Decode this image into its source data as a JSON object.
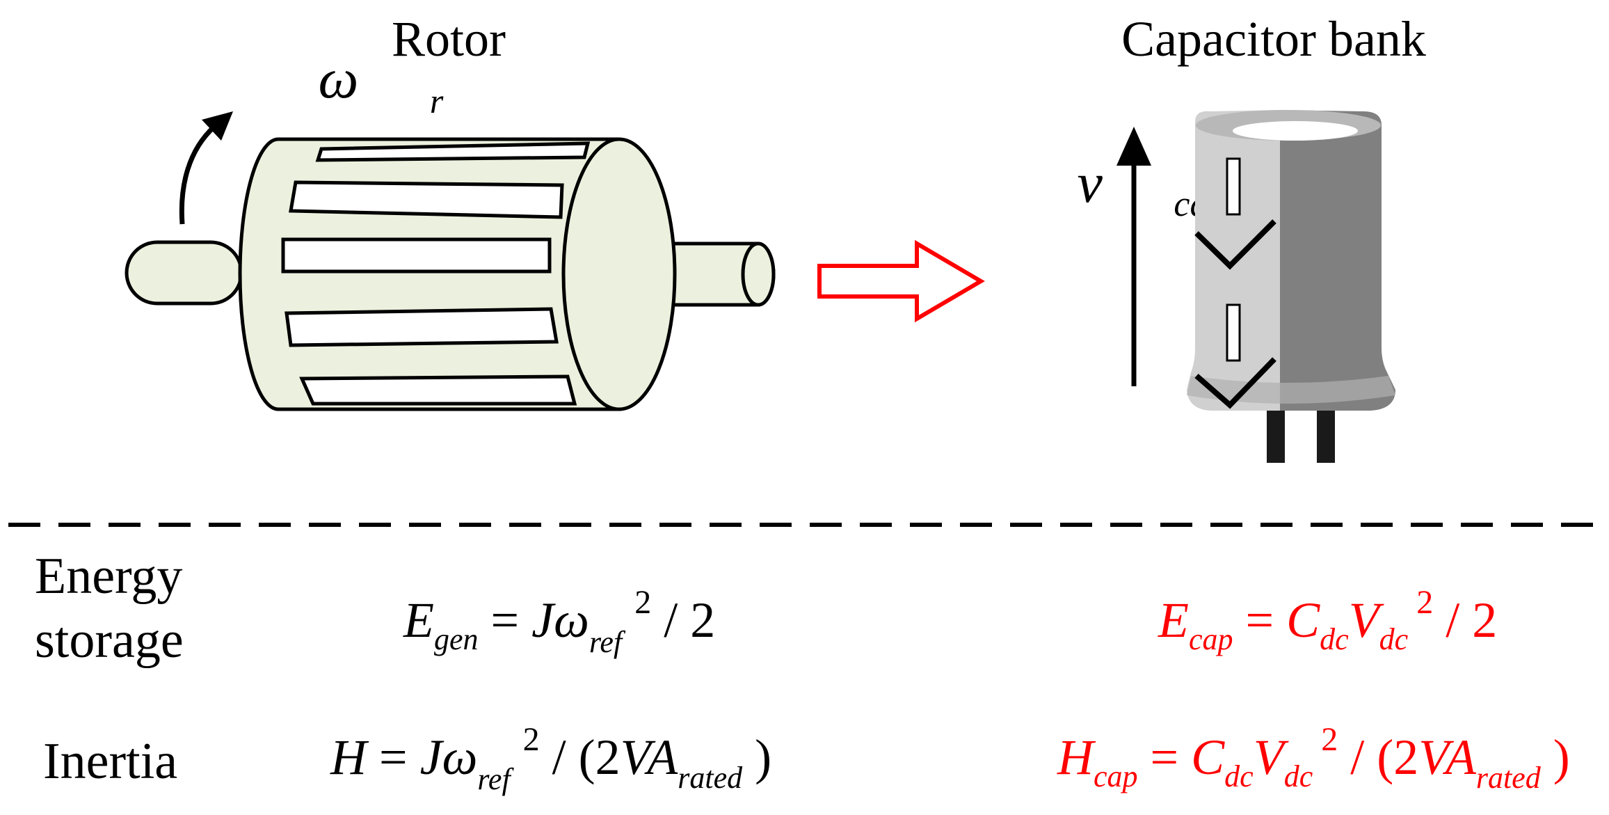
{
  "rotor": {
    "title": "Rotor",
    "speed_symbol": "ω",
    "speed_subscript": "r",
    "fill_color": "#ebf1de"
  },
  "capacitor": {
    "title": "Capacitor bank",
    "voltage_symbol": "v",
    "voltage_subscript": "cdc"
  },
  "colors": {
    "highlight": "#ff0000"
  },
  "rows": {
    "energy_label_line1": "Energy",
    "energy_label_line2": "storage",
    "inertia_label": "Inertia"
  },
  "equations": {
    "E_gen": {
      "E": "E",
      "E_sub": "gen",
      "eq": " = ",
      "J": "J",
      "omega": "ω",
      "omega_sub": "ref",
      "exp": "2",
      "tail": " / 2"
    },
    "H_gen": {
      "H": "H",
      "eq": " = ",
      "J": "J",
      "omega": "ω",
      "omega_sub": "ref",
      "exp": "2",
      "mid": " / (2",
      "VA": "VA",
      "VA_sub": "rated",
      "close": " )"
    },
    "E_cap": {
      "E": "E",
      "E_sub": "cap",
      "eq": " = ",
      "C": "C",
      "C_sub": "dc",
      "V": "V",
      "V_sub": "dc",
      "exp": "2",
      "tail": " / 2"
    },
    "H_cap": {
      "H": "H",
      "H_sub": "cap",
      "eq": " = ",
      "C": "C",
      "C_sub": "dc",
      "V": "V",
      "V_sub": "dc",
      "exp": "2",
      "mid": " / (2",
      "VA": "VA",
      "VA_sub": "rated",
      "close": " )"
    }
  }
}
